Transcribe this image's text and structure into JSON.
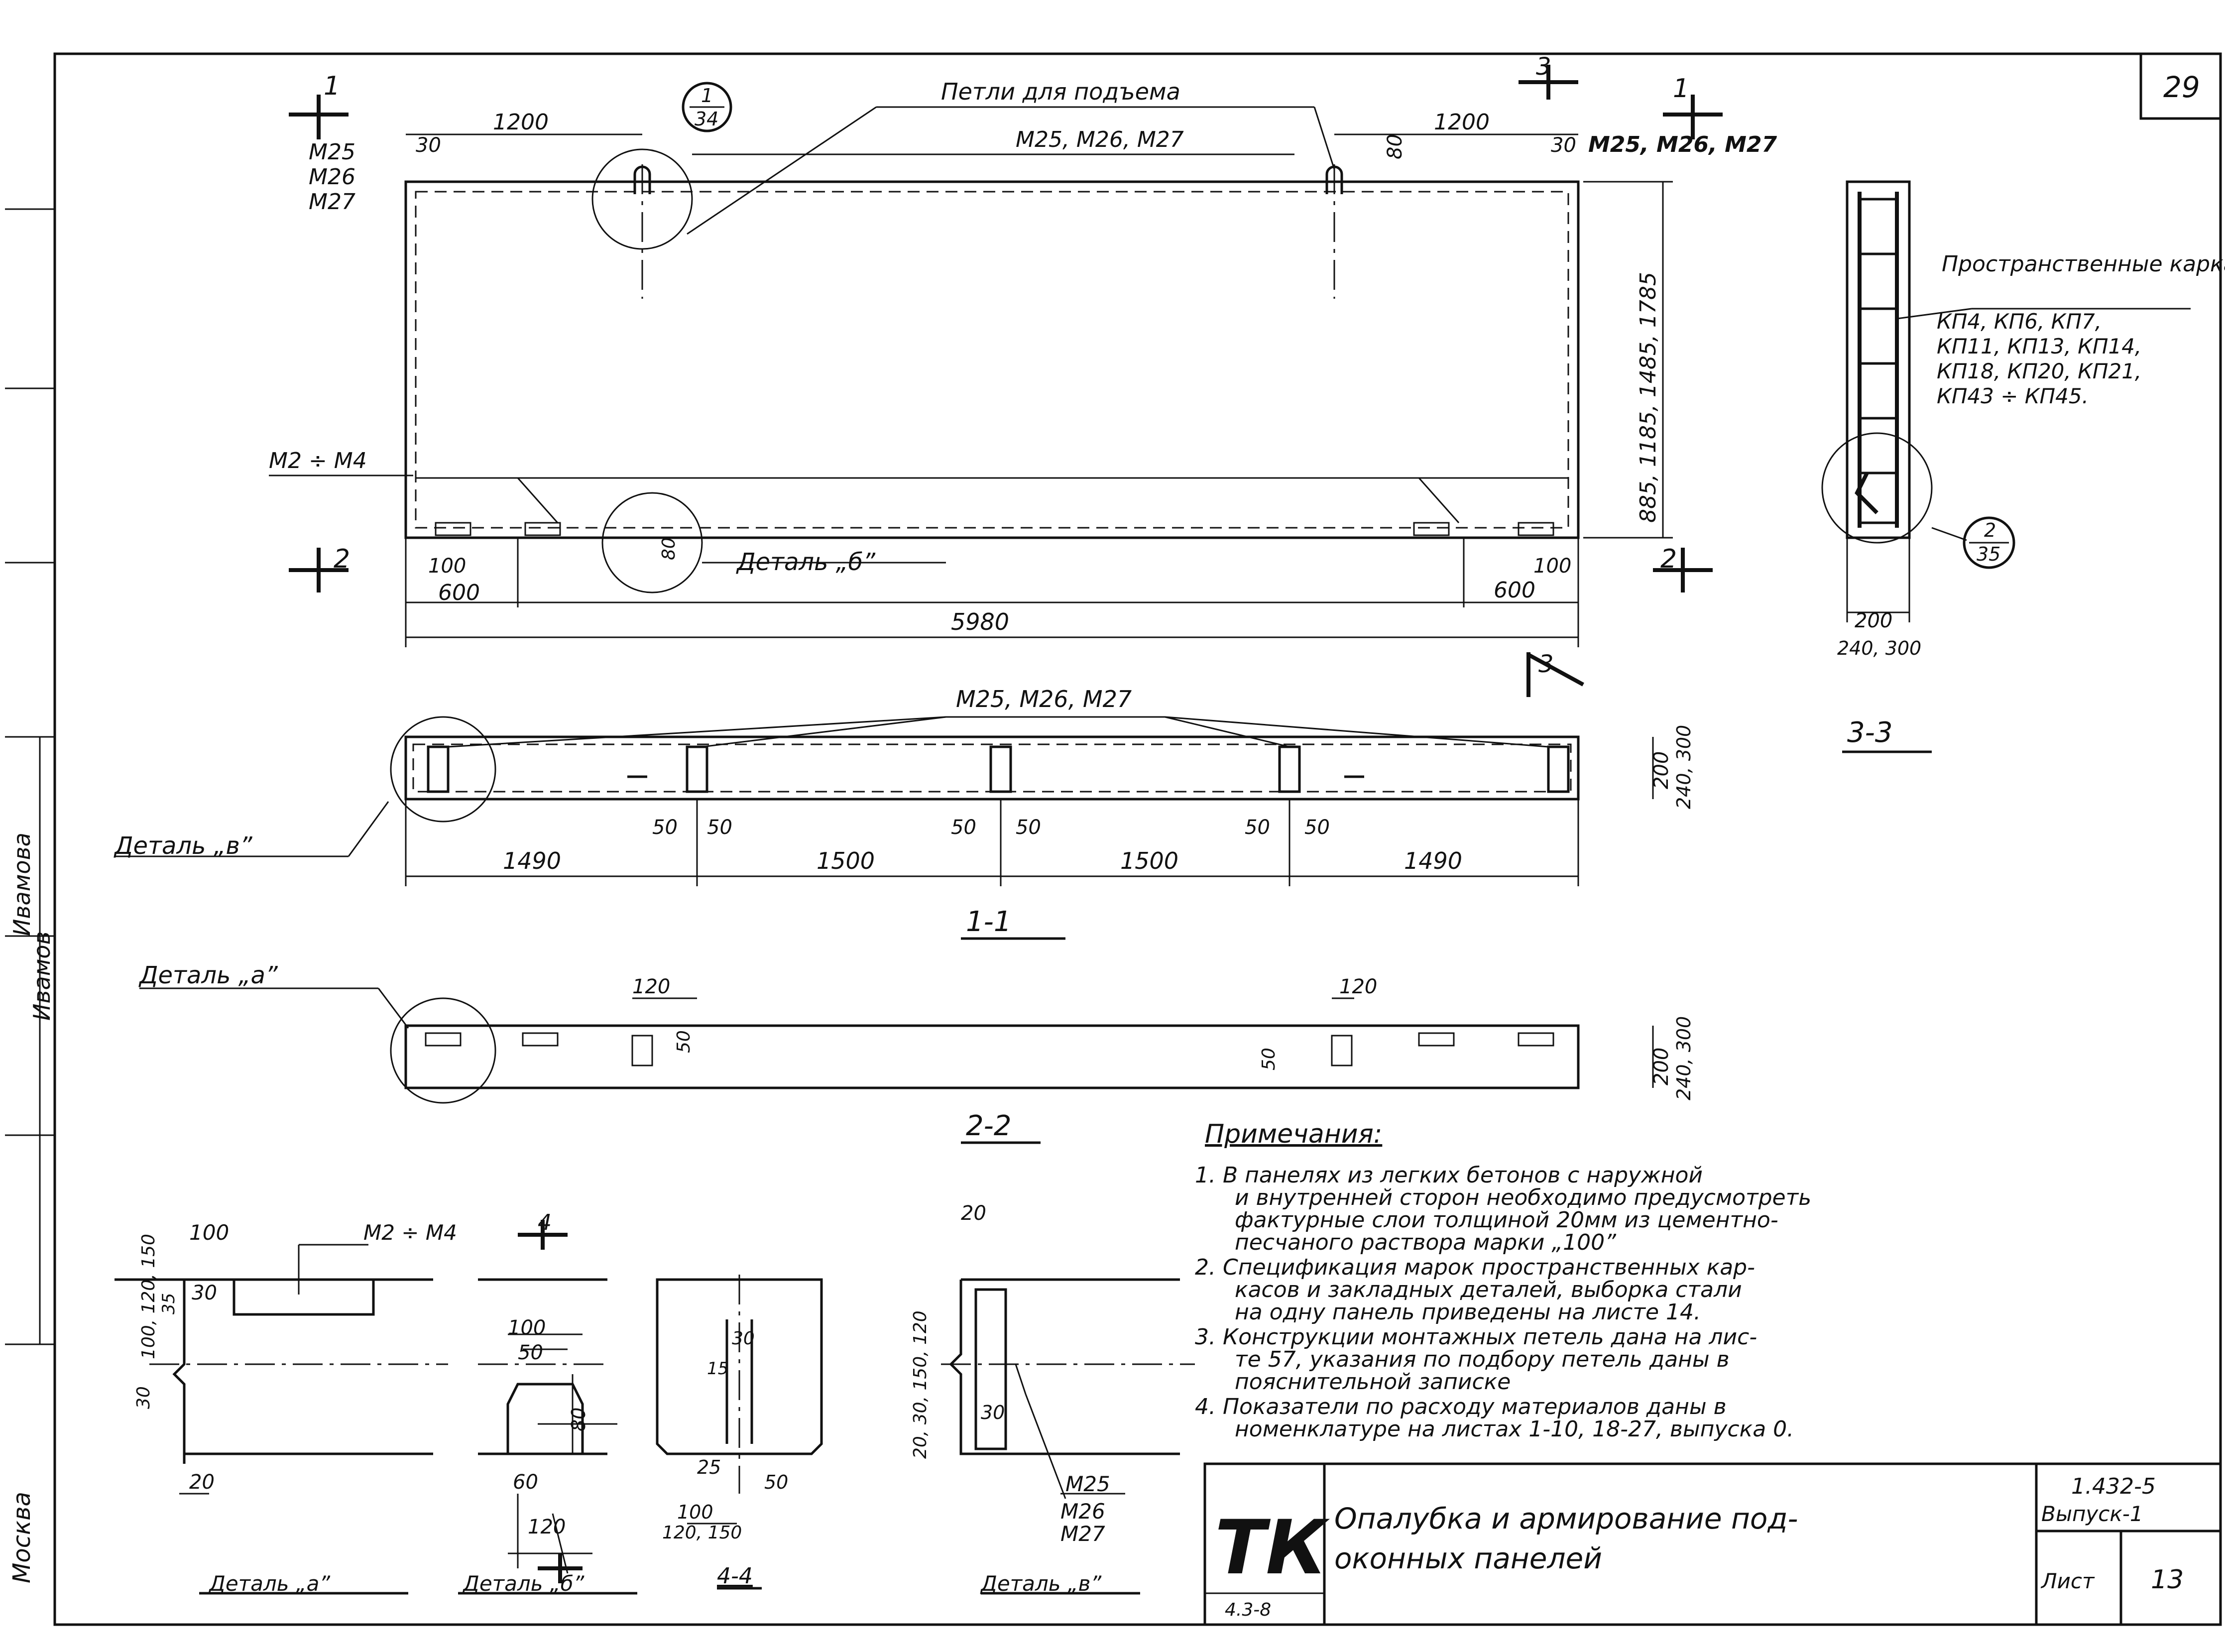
{
  "sheet": {
    "number": "29",
    "frame_note": "Москва",
    "sidebar": [
      "Ивамова",
      "Ивамов"
    ]
  },
  "top_view": {
    "lift_loops": "Петли для подъема",
    "ref_1_34_num": "1",
    "ref_1_34_den": "34",
    "marks_left": [
      "М25",
      "М26",
      "М27"
    ],
    "marks_mid": "М25, М26, М27",
    "marks_right": "М25, М26, М27",
    "marks_bottom": "М2 ÷ М4",
    "dim_1200_left": "1200",
    "dim_1200_right": "1200",
    "dim_30_left": "30",
    "dim_30_right": "30",
    "dim_80": "80",
    "dim_height": "885, 1185, 1485, 1785",
    "dim_100_left": "100",
    "dim_100_right": "100",
    "dim_600_left": "600",
    "dim_600_right": "600",
    "dim_80_bottom": "80",
    "detail_b": "Деталь „б”",
    "dim_total": "5980",
    "cut_1": "1",
    "cut_2": "2",
    "cut_3": "3"
  },
  "section_3_3": {
    "cages_title": "Пространственные каркасы",
    "cages_list": [
      "КП4, КП6, КП7,",
      "КП11, КП13, КП14,",
      "КП18, КП20, КП21,",
      "КП43 ÷ КП45."
    ],
    "ref_num": "2",
    "ref_den": "35",
    "dim_200": "200",
    "dim_240": "240, 300",
    "label": "3-3"
  },
  "section_1_1": {
    "marks": "М25, М26, М27",
    "detail_v": "Деталь „в”",
    "dims_50": [
      "50",
      "50",
      "50",
      "50",
      "50",
      "50"
    ],
    "spans": [
      "1490",
      "1500",
      "1500",
      "1490"
    ],
    "dim_200": "200",
    "dim_240": "240, 300",
    "label": "1-1"
  },
  "section_2_2": {
    "detail_a": "Деталь „а”",
    "dim_120_left": "120",
    "dim_120_right": "120",
    "dim_50_left": "50",
    "dim_50_right": "50",
    "dim_200": "200",
    "dim_240": "240, 300",
    "label": "2-2"
  },
  "notes": {
    "title": "Примечания:",
    "items": [
      "1. В панелях из легких бетонов с наружной",
      "и внутренней сторон необходимо предусмотреть",
      "фактурные слои толщиной 20мм из цементно-",
      "песчаного раствора марки „100”",
      "2. Спецификация марок пространственных кар-",
      "касов и закладных деталей, выборка стали",
      "на одну панель приведены на листе 14.",
      "3. Конструкции монтажных петель дана на лис-",
      "те 57, указания по подбору петель даны в",
      "пояснительной записке",
      "4. Показатели по расходу материалов даны в",
      "номенклатуре на листах 1-10, 18-27, выпуска 0."
    ]
  },
  "details": {
    "a": {
      "dim_100": "100",
      "mark": "М2 ÷ М4",
      "dim_30": "30",
      "dims_left": "100, 120, 150",
      "dim_35": "35",
      "dim_30b": "30",
      "dim_20": "20",
      "label": "Деталь „а”"
    },
    "b": {
      "dim_100": "100",
      "dim_50": "50",
      "dim_80": "80",
      "dim_60": "60",
      "dim_120": "120",
      "label": "Деталь „б”"
    },
    "s44": {
      "dim_30": "30",
      "dim_15": "15",
      "dim_25": "25",
      "dim_50": "50",
      "dim_100": "100",
      "dim_150": "120, 150",
      "label": "4-4",
      "cut": "4"
    },
    "v": {
      "dim_20": "20",
      "dims": "20, 30, 150, 120",
      "dim_30": "30",
      "marks": [
        "М25",
        "М26",
        "М27"
      ],
      "label": "Деталь „в”"
    }
  },
  "title_block": {
    "logo": "ТК",
    "logo_sub": "4.3-8",
    "title": "Опалубка и армирование под-",
    "title_2": "оконных панелей",
    "series": "1.432-5",
    "issue": "Выпуск-1",
    "sheet_label": "Лист",
    "sheet_no": "13"
  }
}
